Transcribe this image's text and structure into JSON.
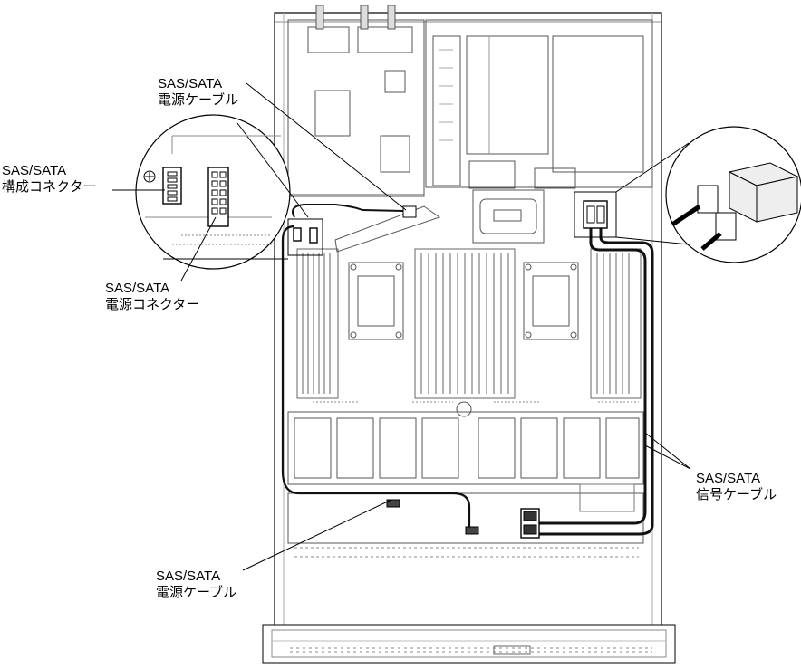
{
  "callouts": {
    "power_cable_top": {
      "line1": "SAS/SATA",
      "line2": "電源ケーブル"
    },
    "config_connector": {
      "line1": "SAS/SATA",
      "line2": "構成コネクター"
    },
    "power_connector": {
      "line1": "SAS/SATA",
      "line2": "電源コネクター"
    },
    "signal_cable": {
      "line1": "SAS/SATA",
      "line2": "信号ケーブル"
    },
    "power_cable_bottom": {
      "line1": "SAS/SATA",
      "line2": "電源ケーブル"
    }
  }
}
